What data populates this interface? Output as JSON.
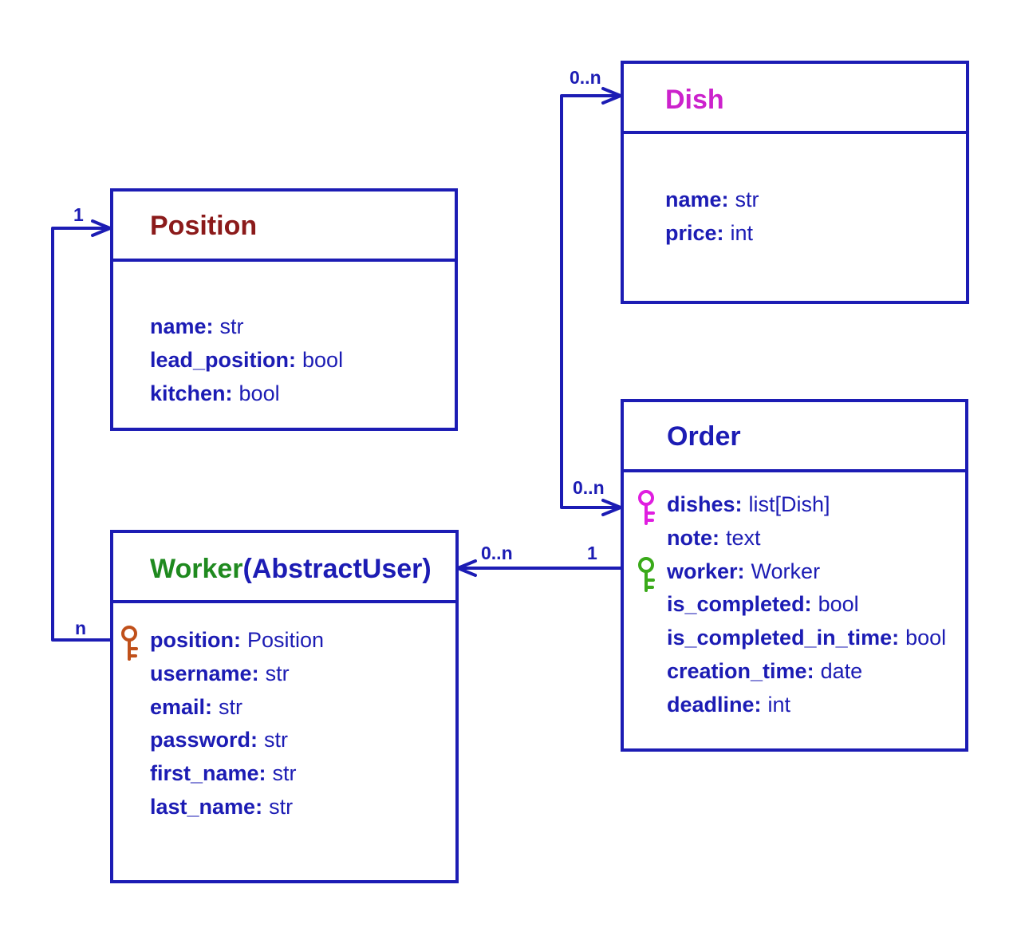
{
  "colors": {
    "line": "#1c1cb4",
    "position_title": "#8b1a1a",
    "dish_title": "#cc22cc",
    "worker_title": "#1f8a1f",
    "worker_key": "#c0501a",
    "dishes_key": "#e01ee0",
    "order_worker_key": "#3aaa1a"
  },
  "entities": {
    "position": {
      "title": "Position",
      "fields": [
        {
          "name": "name:",
          "type": "str"
        },
        {
          "name": "lead_position:",
          "type": "bool"
        },
        {
          "name": "kitchen:",
          "type": "bool"
        }
      ]
    },
    "dish": {
      "title": "Dish",
      "fields": [
        {
          "name": "name:",
          "type": "str"
        },
        {
          "name": "price:",
          "type": "int"
        }
      ]
    },
    "worker": {
      "title": "Worker",
      "title_suffix": "(AbstractUser)",
      "fields": [
        {
          "name": "position:",
          "type": "Position",
          "key_icon": "orange-key-icon"
        },
        {
          "name": "username:",
          "type": "str"
        },
        {
          "name": "email:",
          "type": "str"
        },
        {
          "name": "password:",
          "type": "str"
        },
        {
          "name": "first_name:",
          "type": "str"
        },
        {
          "name": "last_name:",
          "type": "str"
        }
      ]
    },
    "order": {
      "title": "Order",
      "fields": [
        {
          "name": "dishes:",
          "type": "list[Dish]",
          "key_icon": "magenta-key-icon"
        },
        {
          "name": "note:",
          "type": "text"
        },
        {
          "name": "worker:",
          "type": "Worker",
          "key_icon": "green-key-icon"
        },
        {
          "name": "is_completed:",
          "type": "bool"
        },
        {
          "name": "is_completed_in_time:",
          "type": "bool"
        },
        {
          "name": "creation_time:",
          "type": "date"
        },
        {
          "name": "deadline:",
          "type": "int"
        }
      ]
    }
  },
  "relations": {
    "worker_position": {
      "from": "n",
      "to": "1"
    },
    "order_dish": {
      "from": "0..n",
      "to": "0..n"
    },
    "order_worker": {
      "from": "1",
      "to": "0..n"
    }
  }
}
